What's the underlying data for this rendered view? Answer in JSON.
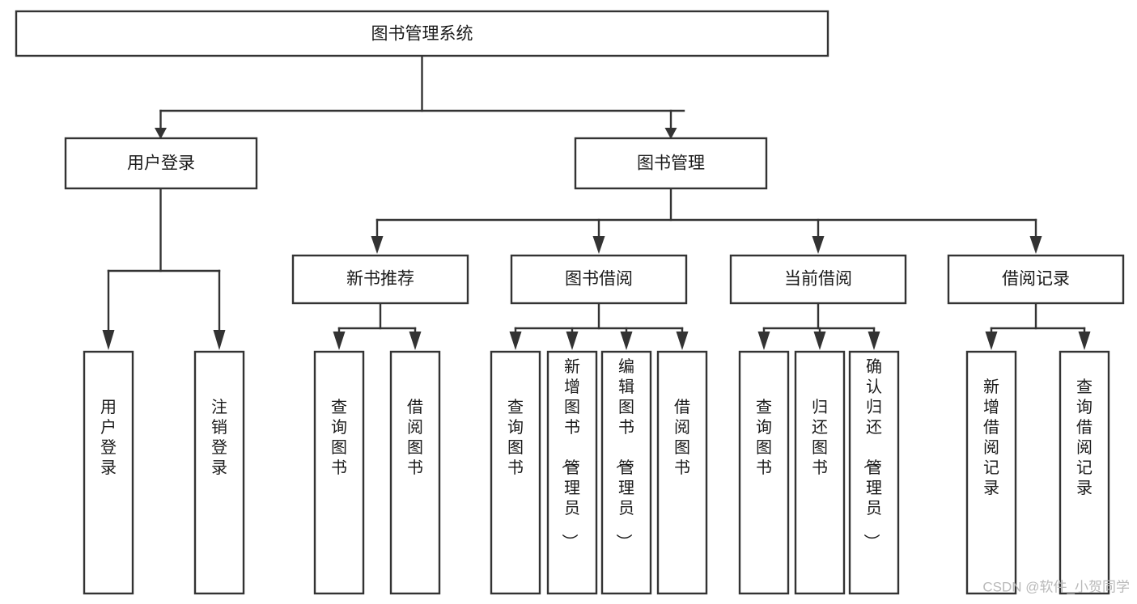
{
  "diagram": {
    "title": "图书管理系统",
    "type": "tree",
    "orientation": "top-down",
    "colors": {
      "box_stroke": "#333333",
      "box_fill": "#ffffff",
      "text": "#1a1a1a",
      "connector": "#333333",
      "background": "#ffffff",
      "watermark": "#b9b9b9"
    },
    "root": {
      "id": "root",
      "label": "图书管理系统",
      "orientation": "horizontal"
    },
    "level2": [
      {
        "id": "user-login",
        "label": "用户登录",
        "orientation": "horizontal"
      },
      {
        "id": "book-manage",
        "label": "图书管理",
        "orientation": "horizontal"
      }
    ],
    "level3": [
      {
        "id": "new-book-recommend",
        "label": "新书推荐",
        "orientation": "horizontal",
        "parent": "book-manage"
      },
      {
        "id": "book-borrow",
        "label": "图书借阅",
        "orientation": "horizontal",
        "parent": "book-manage"
      },
      {
        "id": "current-borrow",
        "label": "当前借阅",
        "orientation": "horizontal",
        "parent": "book-manage"
      },
      {
        "id": "borrow-record",
        "label": "借阅记录",
        "orientation": "horizontal",
        "parent": "book-manage"
      }
    ],
    "leaves": [
      {
        "id": "leaf-user-login",
        "label": "用户登录",
        "orientation": "vertical",
        "parent": "user-login"
      },
      {
        "id": "leaf-user-logout",
        "label": "注销登录",
        "orientation": "vertical",
        "parent": "user-login"
      },
      {
        "id": "leaf-query-book-1",
        "label": "查询图书",
        "orientation": "vertical",
        "parent": "new-book-recommend"
      },
      {
        "id": "leaf-borrow-book-1",
        "label": "借阅图书",
        "orientation": "vertical",
        "parent": "new-book-recommend"
      },
      {
        "id": "leaf-query-book-2",
        "label": "查询图书",
        "orientation": "vertical",
        "parent": "book-borrow"
      },
      {
        "id": "leaf-add-book",
        "label": "新增图书（管理员）",
        "orientation": "vertical",
        "parent": "book-borrow"
      },
      {
        "id": "leaf-edit-book",
        "label": "编辑图书（管理员）",
        "orientation": "vertical",
        "parent": "book-borrow"
      },
      {
        "id": "leaf-borrow-book-2",
        "label": "借阅图书",
        "orientation": "vertical",
        "parent": "book-borrow"
      },
      {
        "id": "leaf-query-book-3",
        "label": "查询图书",
        "orientation": "vertical",
        "parent": "current-borrow"
      },
      {
        "id": "leaf-return-book",
        "label": "归还图书",
        "orientation": "vertical",
        "parent": "current-borrow"
      },
      {
        "id": "leaf-confirm-return",
        "label": "确认归还（管理员）",
        "orientation": "vertical",
        "parent": "current-borrow"
      },
      {
        "id": "leaf-add-record",
        "label": "新增借阅记录",
        "orientation": "vertical",
        "parent": "borrow-record"
      },
      {
        "id": "leaf-query-record",
        "label": "查询借阅记录",
        "orientation": "vertical",
        "parent": "borrow-record"
      }
    ],
    "watermark": "CSDN @软件_小贺同学"
  }
}
